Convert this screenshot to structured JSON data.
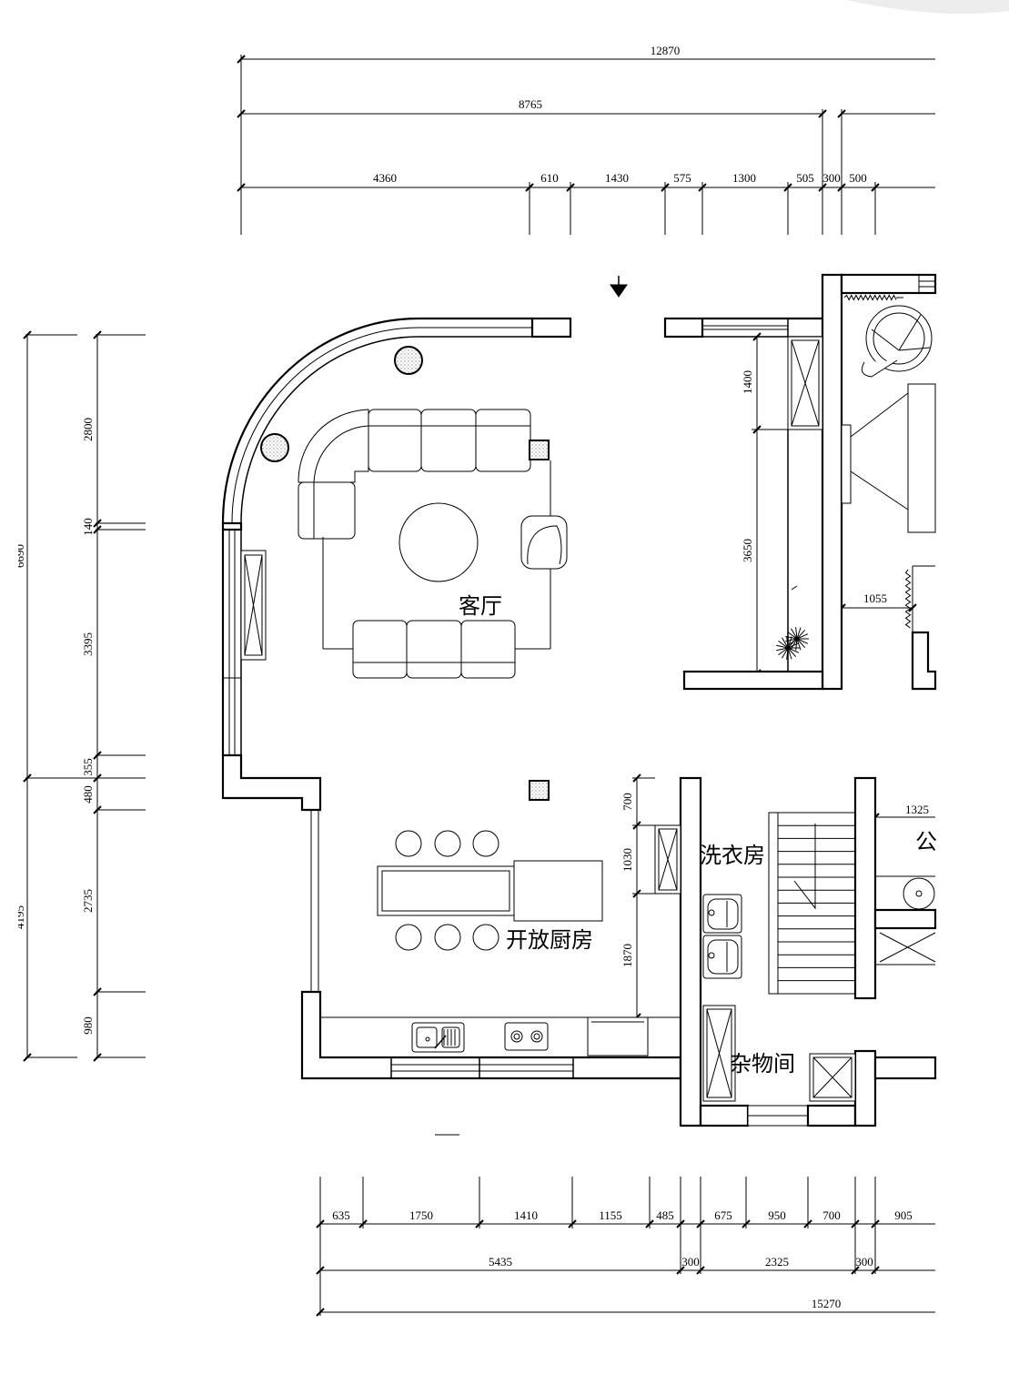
{
  "dimensions": {
    "top": {
      "overall": "12870",
      "partial": "8765",
      "segments": [
        "4360",
        "610",
        "1430",
        "575",
        "1300",
        "505",
        "300",
        "500"
      ]
    },
    "left": {
      "totals": [
        "6690",
        "4195"
      ],
      "segments": [
        "2800",
        "140",
        "3395",
        "355",
        "480",
        "2735",
        "980"
      ]
    },
    "right": {
      "upper": [
        "1400",
        "3650"
      ],
      "width": "1055",
      "kitchen": [
        "700",
        "1030",
        "1870"
      ],
      "bath_width": "1325"
    },
    "bottom": {
      "segments": [
        "635",
        "1750",
        "1410",
        "1155",
        "485",
        "675",
        "950",
        "700",
        "905"
      ],
      "subtotals": [
        "5435",
        "300",
        "2325",
        "300"
      ],
      "overall": "15270"
    }
  },
  "rooms": {
    "living_room": "客厅",
    "laundry_room": "洗衣房",
    "open_kitchen": "开放厨房",
    "storage_room": "杂物间",
    "public_bath_partial": "公"
  }
}
